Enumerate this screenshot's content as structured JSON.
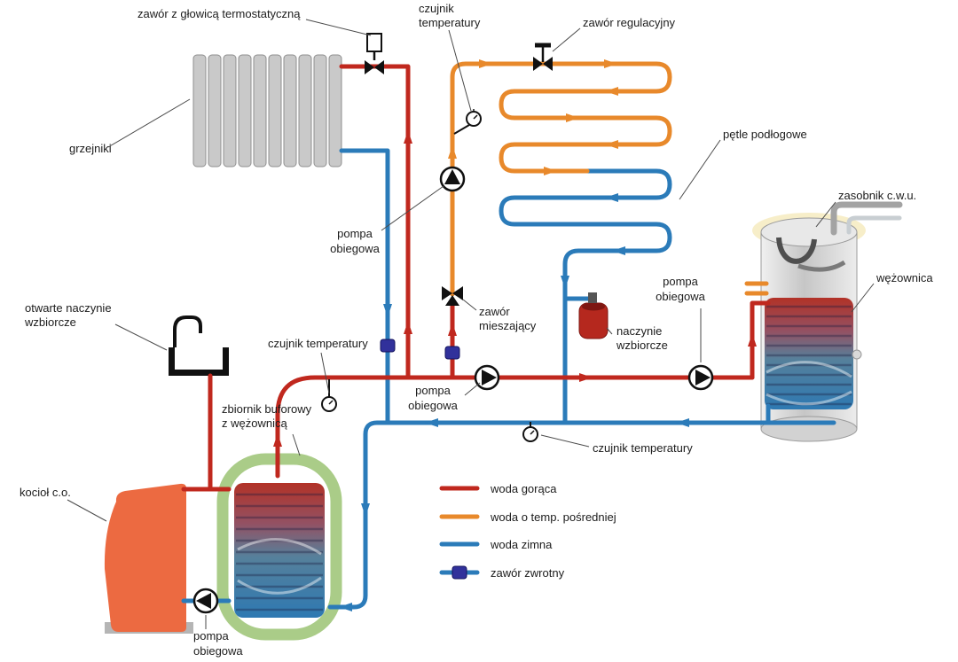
{
  "labels": {
    "thermostatic_valve": "zawór z głowicą termostatyczną",
    "temp_sensor_l1": "czujnik",
    "temp_sensor_l2": "temperatury",
    "temp_sensor": "czujnik temperatury",
    "regulating_valve": "zawór regulacyjny",
    "radiators": "grzejniki",
    "floor_loops": "pętle podłogowe",
    "dhw_tank": "zasobnik c.w.u.",
    "coil": "wężownica",
    "pump_l1": "pompa",
    "pump_l2": "obiegowa",
    "mixing_valve_l1": "zawór",
    "mixing_valve_l2": "mieszający",
    "expansion_vessel_l1": "naczynie",
    "expansion_vessel_l2": "wzbiorcze",
    "open_vessel_l1": "otwarte naczynie",
    "open_vessel_l2": "wzbiorcze",
    "buffer_l1": "zbiornik buforowy",
    "buffer_l2": "z wężownicą",
    "boiler": "kocioł c.o."
  },
  "legend": {
    "items": [
      {
        "label": "woda gorąca",
        "color": "#c0281e",
        "symbol": "line"
      },
      {
        "label": "woda o temp. pośredniej",
        "color": "#e8892b",
        "symbol": "line"
      },
      {
        "label": "woda zimna",
        "color": "#2b7bb9",
        "symbol": "line"
      },
      {
        "label": "zawór zwrotny",
        "color": "#31319b",
        "symbol": "check-valve"
      }
    ]
  },
  "colors": {
    "hot_water": "#c0281e",
    "intermediate_water": "#e8892b",
    "cold_water": "#2b7bb9",
    "check_valve": "#31319b",
    "boiler_body": "#ec6a41",
    "buffer_ring": "#aacc88",
    "radiator_fill": "#c9c9c9"
  }
}
